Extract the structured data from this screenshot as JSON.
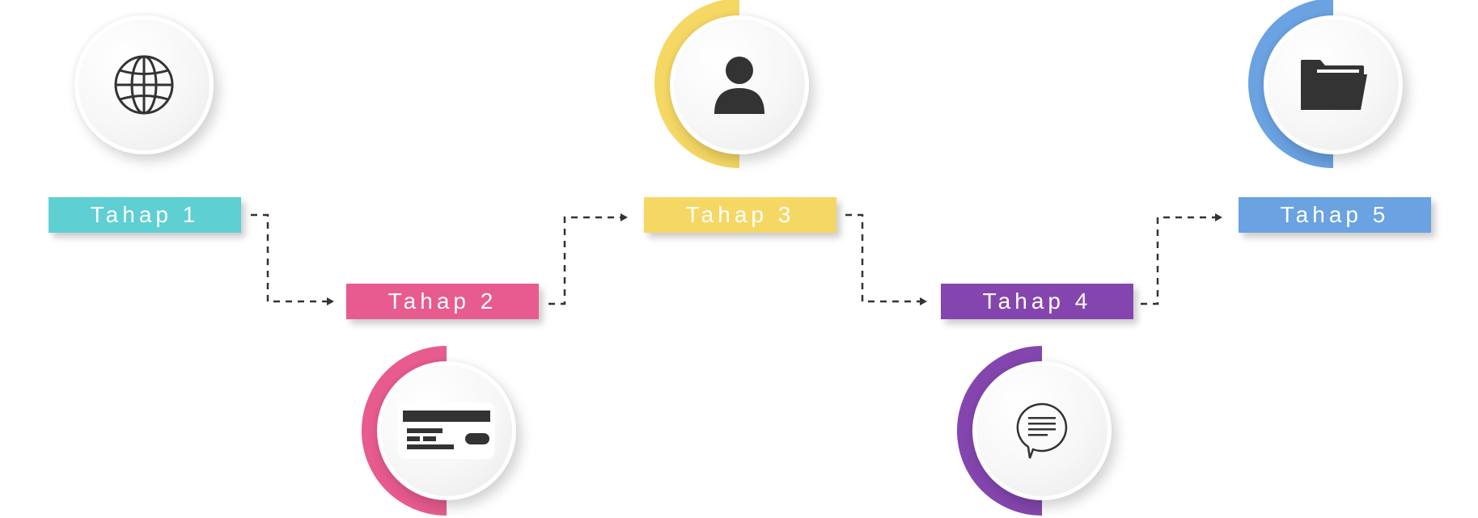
{
  "steps": [
    {
      "label": "Tahap 1",
      "icon": "globe-icon",
      "color": "#5ecfd3",
      "ring": false
    },
    {
      "label": "Tahap 2",
      "icon": "credit-card-icon",
      "color": "#e75b8f",
      "ring": true
    },
    {
      "label": "Tahap 3",
      "icon": "user-icon",
      "color": "#f5d764",
      "ring": true
    },
    {
      "label": "Tahap 4",
      "icon": "chat-bubble-icon",
      "color": "#8446ae",
      "ring": true
    },
    {
      "label": "Tahap 5",
      "icon": "folder-icon",
      "color": "#6aa2e2",
      "ring": true
    }
  ],
  "connector_color": "#333333",
  "icon_color": "#333333"
}
